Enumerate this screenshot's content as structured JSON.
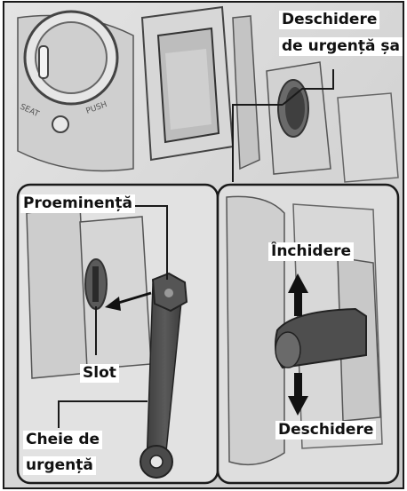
{
  "labels": {
    "emergency_open_line1": "Deschidere",
    "emergency_open_line2": "de urgență șa",
    "protrusion": "Proeminență",
    "slot": "Slot",
    "emergency_key_line1": "Cheie de",
    "emergency_key_line2": "urgență",
    "close": "Închidere",
    "open": "Deschidere"
  },
  "colors": {
    "photo_gray": "#d9d9d9",
    "outline": "#1a1a1a",
    "key_dark": "#4a4a4a",
    "arrow": "#111111"
  }
}
